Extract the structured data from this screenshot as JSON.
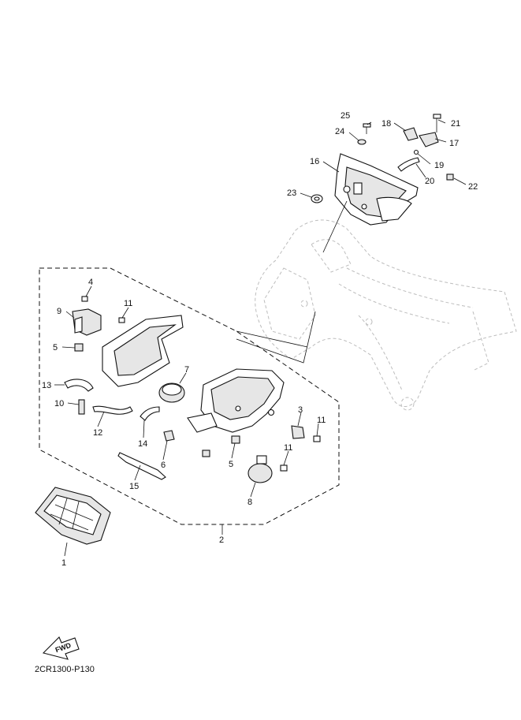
{
  "diagram": {
    "code": "2CR1300-P130",
    "fwd_text": "FWD",
    "callouts": [
      {
        "id": "c1",
        "label": "1"
      },
      {
        "id": "c2",
        "label": "2"
      },
      {
        "id": "c3",
        "label": "3"
      },
      {
        "id": "c4",
        "label": "4"
      },
      {
        "id": "c5a",
        "label": "5"
      },
      {
        "id": "c5b",
        "label": "5"
      },
      {
        "id": "c6",
        "label": "6"
      },
      {
        "id": "c7",
        "label": "7"
      },
      {
        "id": "c8",
        "label": "8"
      },
      {
        "id": "c9",
        "label": "9"
      },
      {
        "id": "c10",
        "label": "10"
      },
      {
        "id": "c11a",
        "label": "11"
      },
      {
        "id": "c11b",
        "label": "11"
      },
      {
        "id": "c11c",
        "label": "11"
      },
      {
        "id": "c12",
        "label": "12"
      },
      {
        "id": "c13",
        "label": "13"
      },
      {
        "id": "c14",
        "label": "14"
      },
      {
        "id": "c15",
        "label": "15"
      },
      {
        "id": "c16",
        "label": "16"
      },
      {
        "id": "c17",
        "label": "17"
      },
      {
        "id": "c18",
        "label": "18"
      },
      {
        "id": "c19",
        "label": "19"
      },
      {
        "id": "c20",
        "label": "20"
      },
      {
        "id": "c21",
        "label": "21"
      },
      {
        "id": "c22",
        "label": "22"
      },
      {
        "id": "c23",
        "label": "23"
      },
      {
        "id": "c24",
        "label": "24"
      },
      {
        "id": "c25",
        "label": "25"
      }
    ]
  }
}
